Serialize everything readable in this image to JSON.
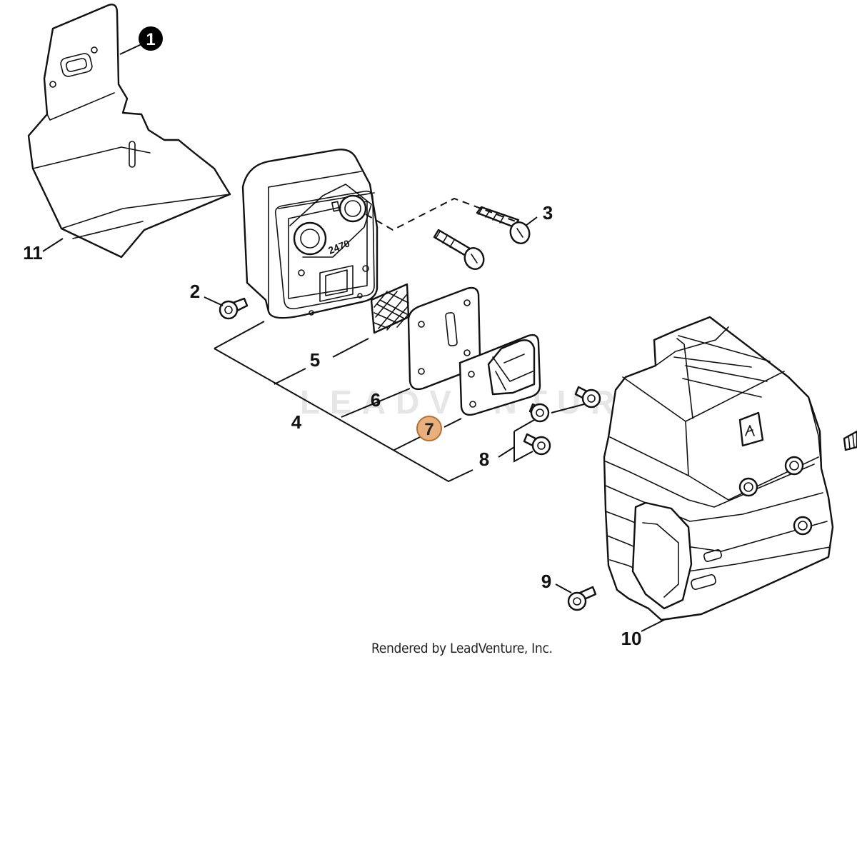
{
  "callouts": [
    {
      "id": "1",
      "label": "1",
      "style": "filled-circle"
    },
    {
      "id": "2",
      "label": "2",
      "style": "plain"
    },
    {
      "id": "3",
      "label": "3",
      "style": "plain"
    },
    {
      "id": "4",
      "label": "4",
      "style": "plain"
    },
    {
      "id": "5",
      "label": "5",
      "style": "plain"
    },
    {
      "id": "6",
      "label": "6",
      "style": "plain"
    },
    {
      "id": "7",
      "label": "7",
      "style": "highlighted"
    },
    {
      "id": "8",
      "label": "8",
      "style": "plain"
    },
    {
      "id": "9",
      "label": "9",
      "style": "plain"
    },
    {
      "id": "10",
      "label": "10",
      "style": "plain"
    },
    {
      "id": "11",
      "label": "11",
      "style": "plain"
    }
  ],
  "muffler_marking": "2470",
  "credit": "Rendered by LeadVenture, Inc.",
  "watermark": "LEADVENTURE",
  "colors": {
    "line": "#111111",
    "highlight_fill": "#e7b07f",
    "highlight_stroke": "#b9702f",
    "filled_callout": "#000000",
    "watermark": "#e6e6e6"
  }
}
